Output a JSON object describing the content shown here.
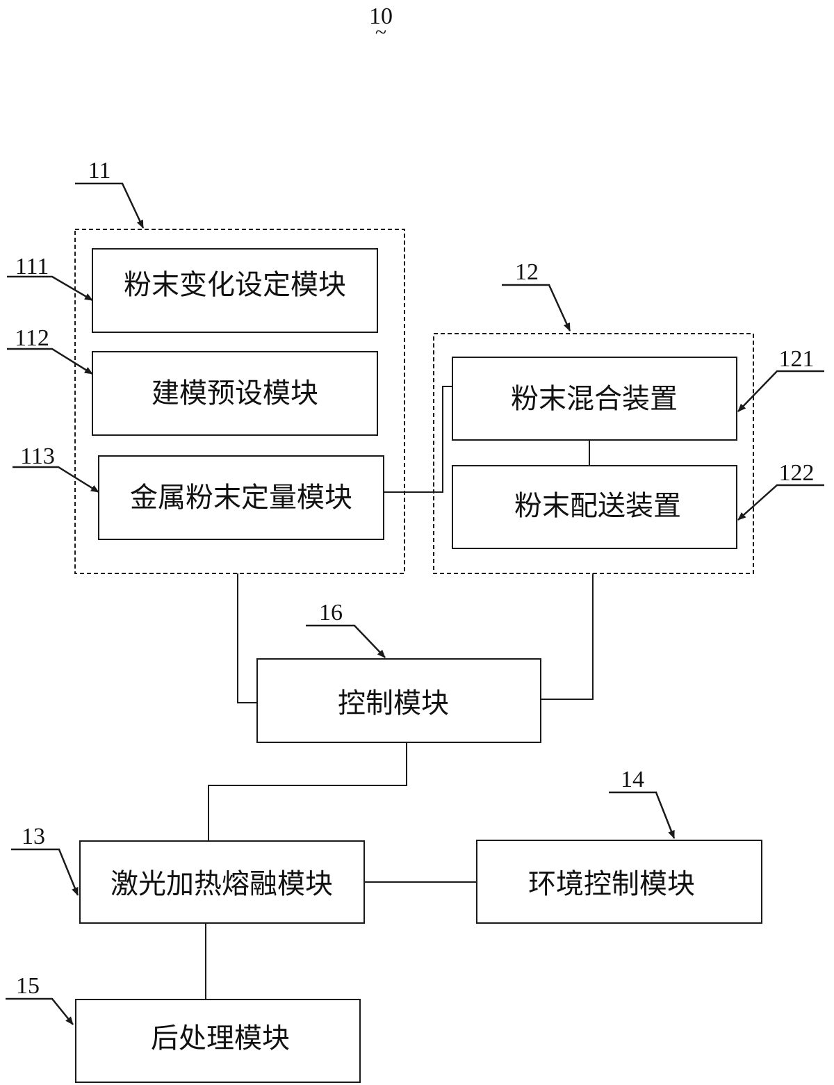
{
  "figure": {
    "number": "10",
    "number_mark": "~"
  },
  "groups": {
    "g11": {
      "ref": "11"
    },
    "g12": {
      "ref": "12"
    }
  },
  "modules": {
    "m111": {
      "ref": "111",
      "label": "粉末变化设定模块"
    },
    "m112": {
      "ref": "112",
      "label": "建模预设模块"
    },
    "m113": {
      "ref": "113",
      "label": "金属粉末定量模块"
    },
    "m121": {
      "ref": "121",
      "label": "粉末混合装置"
    },
    "m122": {
      "ref": "122",
      "label": "粉末配送装置"
    },
    "m16": {
      "ref": "16",
      "label": "控制模块"
    },
    "m13": {
      "ref": "13",
      "label": "激光加热熔融模块"
    },
    "m14": {
      "ref": "14",
      "label": "环境控制模块"
    },
    "m15": {
      "ref": "15",
      "label": "后处理模块"
    }
  },
  "colors": {
    "line": "#1a1a1a",
    "background": "#ffffff"
  }
}
